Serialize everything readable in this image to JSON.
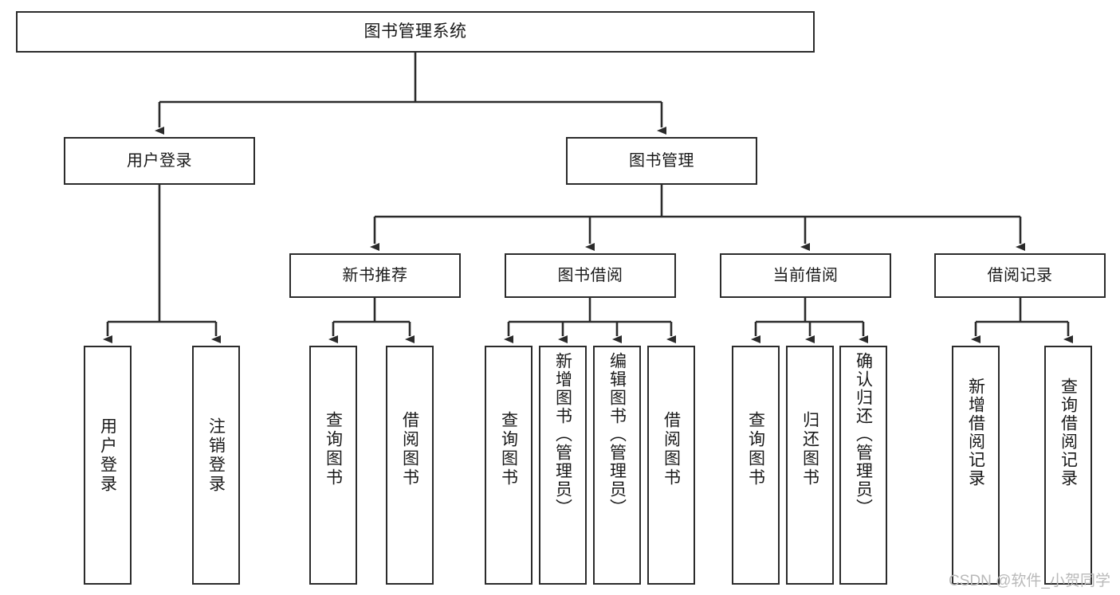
{
  "diagram": {
    "title": "图书管理系统",
    "type": "tree-hierarchy-chart",
    "root": {
      "label": "图书管理系统"
    },
    "level2": [
      {
        "label": "用户登录"
      },
      {
        "label": "图书管理"
      }
    ],
    "level3": [
      {
        "label": "新书推荐"
      },
      {
        "label": "图书借阅"
      },
      {
        "label": "当前借阅"
      },
      {
        "label": "借阅记录"
      }
    ],
    "leaves": {
      "user_login": [
        {
          "label": "用户登录"
        },
        {
          "label": "注销登录"
        }
      ],
      "new_book_recommend": [
        {
          "label": "查询图书"
        },
        {
          "label": "借阅图书"
        }
      ],
      "book_borrow": [
        {
          "label": "查询图书"
        },
        {
          "label": "新增图书（管理员）"
        },
        {
          "label": "编辑图书（管理员）"
        },
        {
          "label": "借阅图书"
        }
      ],
      "current_borrow": [
        {
          "label": "查询图书"
        },
        {
          "label": "归还图书"
        },
        {
          "label": "确认归还（管理员）"
        }
      ],
      "borrow_record": [
        {
          "label": "新增借阅记录"
        },
        {
          "label": "查询借阅记录"
        }
      ]
    }
  },
  "watermark": {
    "text": "CSDN @软件_小贺同学"
  },
  "colors": {
    "border": "#2b2b2b",
    "background": "#ffffff",
    "text": "#1a1a1a",
    "connector": "#2b2b2b",
    "watermark": "#b9b9b9"
  }
}
